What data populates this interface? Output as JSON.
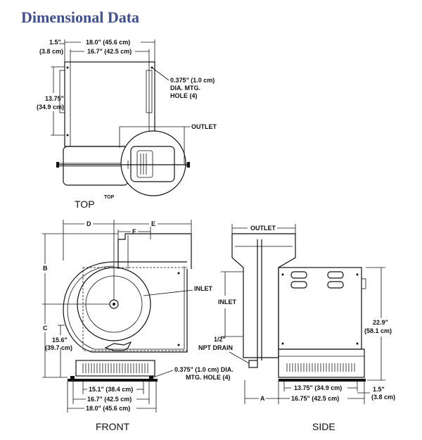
{
  "page_title": "Dimensional Data",
  "views": {
    "top": "TOP",
    "top_small": "TOP",
    "front": "FRONT",
    "side": "SIDE"
  },
  "dims": {
    "top_1_5in": "1.5\"",
    "top_3_8cm": "(3.8 cm)",
    "top_18in": "18.0\" (45.6 cm)",
    "top_16_7in": "16.7\" (42.5 cm)",
    "top_13_75in": "13.75\"",
    "top_34_9cm": "(34.9 cm)",
    "hole_1": "0.375\" (1.0 cm)",
    "hole_2": "DIA. MTG.",
    "hole_3": "HOLE (4)",
    "outlet": "OUTLET",
    "d": "D",
    "e": "E",
    "f": "F",
    "b": "B",
    "c": "C",
    "inlet": "INLET",
    "front_15_6in": "15.6\"",
    "front_39_7cm": "(39.7 cm)",
    "front_hole_1": "0.375\" (1.0 cm) DIA.",
    "front_hole_2": "MTG. HOLE (4)",
    "front_15_1": "15.1\" (38.4 cm)",
    "front_16_7": "16.7\" (42.5 cm)",
    "front_18_0": "18.0\" (45.6 cm)",
    "side_outlet": "OUTLET",
    "side_inlet": "INLET",
    "drain_1": "1/2\"",
    "drain_2": "NPT DRAIN",
    "side_22_9in": "22.9\"",
    "side_58_1cm": "(58.1 cm)",
    "side_13_75": "13.75\" (34.9 cm)",
    "side_16_75": "16.75\" (42.5 cm)",
    "side_a": "A",
    "side_1_5": "1.5\"",
    "side_3_8": "(3.8 cm)"
  }
}
